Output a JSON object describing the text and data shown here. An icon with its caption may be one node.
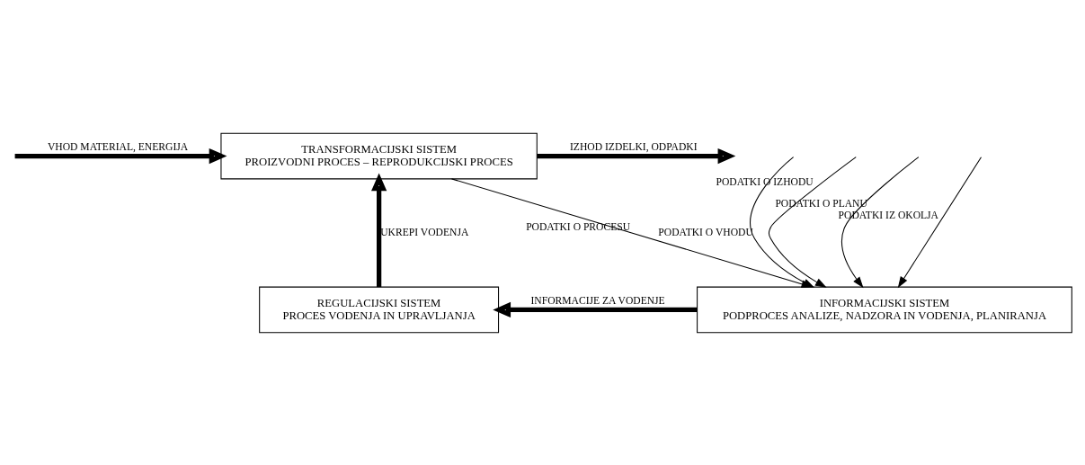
{
  "diagram": {
    "nodes": [
      {
        "text": [
          "TRANSFORMACIJSKI SISTEM",
          "PROIZVODNI PROCES – REPRODUKCIJSKI PROCES"
        ]
      },
      {
        "text": [
          "REGULACIJSKI SISTEM",
          "PROCES VODENJA IN UPRAVLJANJA"
        ]
      },
      {
        "text": [
          "INFORMACIJSKI SISTEM",
          "PODPROCES ANALIZE, NADZORA IN VODENJA, PLANIRANJA"
        ]
      }
    ],
    "edges": [
      {
        "from": null,
        "to": 0,
        "arrow": "to",
        "label": "VHOD MATERIAL, ENERGIJA",
        "style": "thick"
      },
      {
        "from": 0,
        "to": null,
        "arrow": "to",
        "label": "IZHOD IZDELKI, ODPADKI",
        "style": "thick"
      },
      {
        "from": 1,
        "to": 0,
        "arrow": "to",
        "label": "UKREPI VODENJA",
        "style": "thick"
      },
      {
        "from": 2,
        "to": 1,
        "arrow": "to",
        "label": "INFORMACIJE ZA VODENJE",
        "style": "thick"
      },
      {
        "from": null,
        "to": 2,
        "arrow": "to",
        "label": "PODATKI O VHODU"
      },
      {
        "from": 0,
        "to": 2,
        "arrow": "to",
        "label": "PODATKI O PROCESU"
      },
      {
        "from": null,
        "to": 2,
        "arrow": "to",
        "label": "PODATKI O IZHODU"
      },
      {
        "from": null,
        "to": 2,
        "arrow": "to",
        "label": "PODATKI O PLANU"
      },
      {
        "from": null,
        "to": 2,
        "arrow": "to",
        "label": "PODATKI IZ OKOLJA"
      }
    ]
  }
}
